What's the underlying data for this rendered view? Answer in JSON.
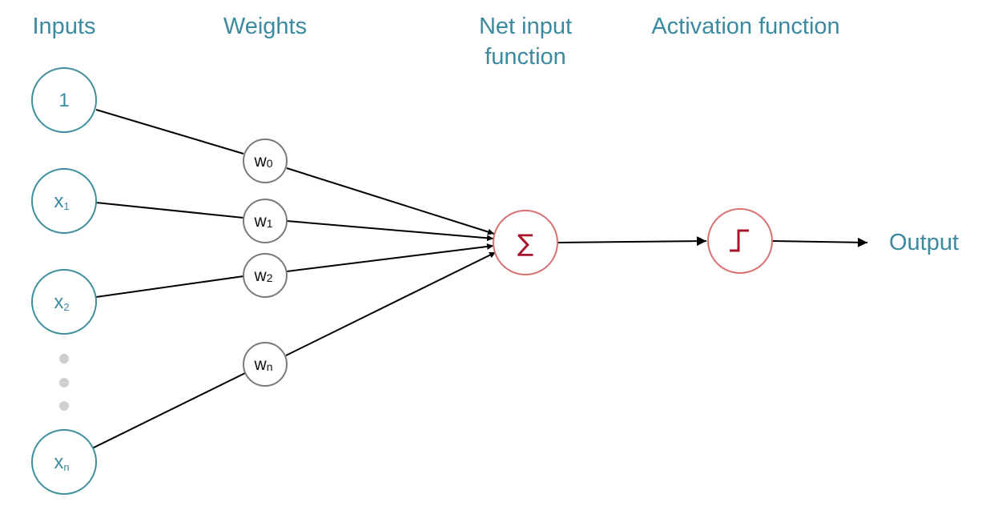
{
  "headers": {
    "inputs": "Inputs",
    "weights": "Weights",
    "net_input_line1": "Net input",
    "net_input_line2": "function",
    "activation": "Activation function"
  },
  "inputs": [
    {
      "base": "1",
      "sub": ""
    },
    {
      "base": "x",
      "sub": "1"
    },
    {
      "base": "x",
      "sub": "2"
    },
    {
      "base": "x",
      "sub": "n"
    }
  ],
  "weights": [
    {
      "base": "w",
      "sub": "0"
    },
    {
      "base": "w",
      "sub": "1"
    },
    {
      "base": "w",
      "sub": "2"
    },
    {
      "base": "w",
      "sub": "n"
    }
  ],
  "sum_symbol": "∑",
  "output_label": "Output",
  "colors": {
    "input_teal": "#3f8ea0",
    "weight_gray": "#7a7a7a",
    "function_red": "#d97070",
    "sigma_red": "#a8142a"
  },
  "icons": {
    "activation": "step-function-icon",
    "ellipsis": "vertical-ellipsis-icon"
  }
}
